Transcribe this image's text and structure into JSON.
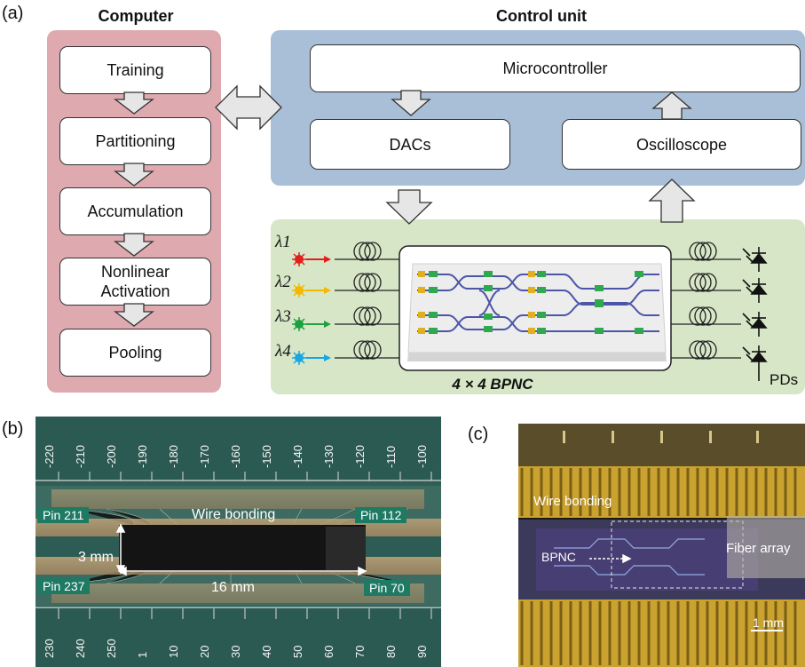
{
  "panel_a": {
    "label": "(a)",
    "computer": {
      "title": "Computer",
      "steps": [
        "Training",
        "Partitioning",
        "Accumulation",
        "Nonlinear\nActivation",
        "Pooling"
      ]
    },
    "control_unit": {
      "title": "Control unit",
      "microcontroller": "Microcontroller",
      "dacs": "DACs",
      "oscilloscope": "Oscilloscope"
    },
    "bpnc": {
      "caption": "4 × 4 BPNC",
      "wavelengths": [
        "λ1",
        "λ2",
        "λ3",
        "λ4"
      ],
      "wavelength_colors": [
        "#e0201c",
        "#f5b800",
        "#1da040",
        "#1aa7e0"
      ],
      "pds_label": "PDs"
    }
  },
  "panel_b": {
    "label": "(b)",
    "top_ruler": [
      "-220",
      "-210",
      "-200",
      "-190",
      "-180",
      "-170",
      "-160",
      "-150",
      "-140",
      "-130",
      "-120",
      "-110",
      "-100"
    ],
    "bottom_ruler": [
      "230",
      "240",
      "250",
      "1",
      "10",
      "20",
      "30",
      "40",
      "50",
      "60",
      "70",
      "80",
      "90"
    ],
    "pins": {
      "top_left": "Pin 211",
      "top_right": "Pin 112",
      "bottom_left": "Pin 237",
      "bottom_right": "Pin 70"
    },
    "wire_bonding": "Wire bonding",
    "height_dim": "3 mm",
    "width_dim": "16 mm"
  },
  "panel_c": {
    "label": "(c)",
    "wire_bonding": "Wire bonding",
    "bpnc": "BPNC",
    "fiber_array": "Fiber array",
    "scale": "1 mm"
  }
}
